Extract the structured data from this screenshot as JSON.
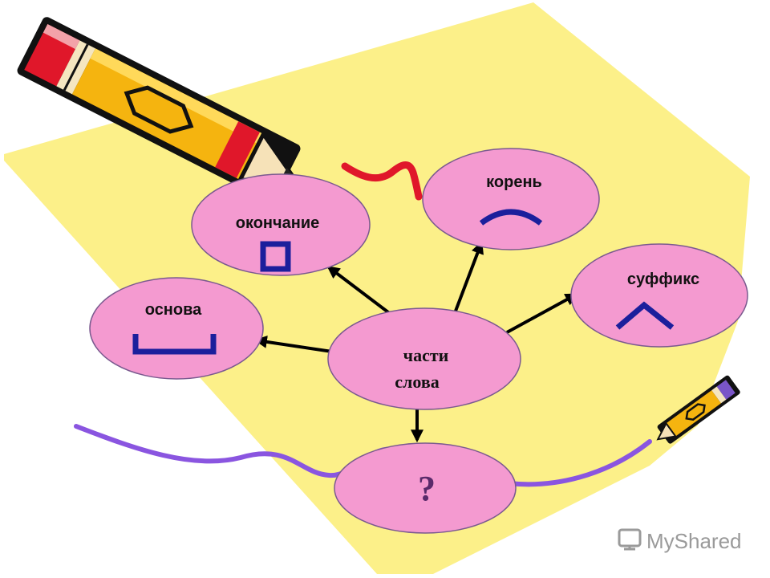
{
  "diagram": {
    "center": {
      "line1": "части",
      "line2": "слова"
    },
    "nodes": {
      "root": "корень",
      "ending": "окончание",
      "suffix": "суффикс",
      "stem": "основа",
      "unknown": "?"
    }
  },
  "watermark": {
    "text": "MyShared"
  },
  "colors": {
    "background_sheet": "#fcf089",
    "node_fill": "#f49ad0",
    "node_stroke": "#7a5a8f",
    "morpheme_symbol": "#1b1f9c",
    "question_mark": "#5a2a6a",
    "squiggle_red": "#e0172a",
    "squiggle_purple": "#8a55e0",
    "pencil_body": "#f5b40f",
    "pencil_eraser": "#e0172a"
  }
}
